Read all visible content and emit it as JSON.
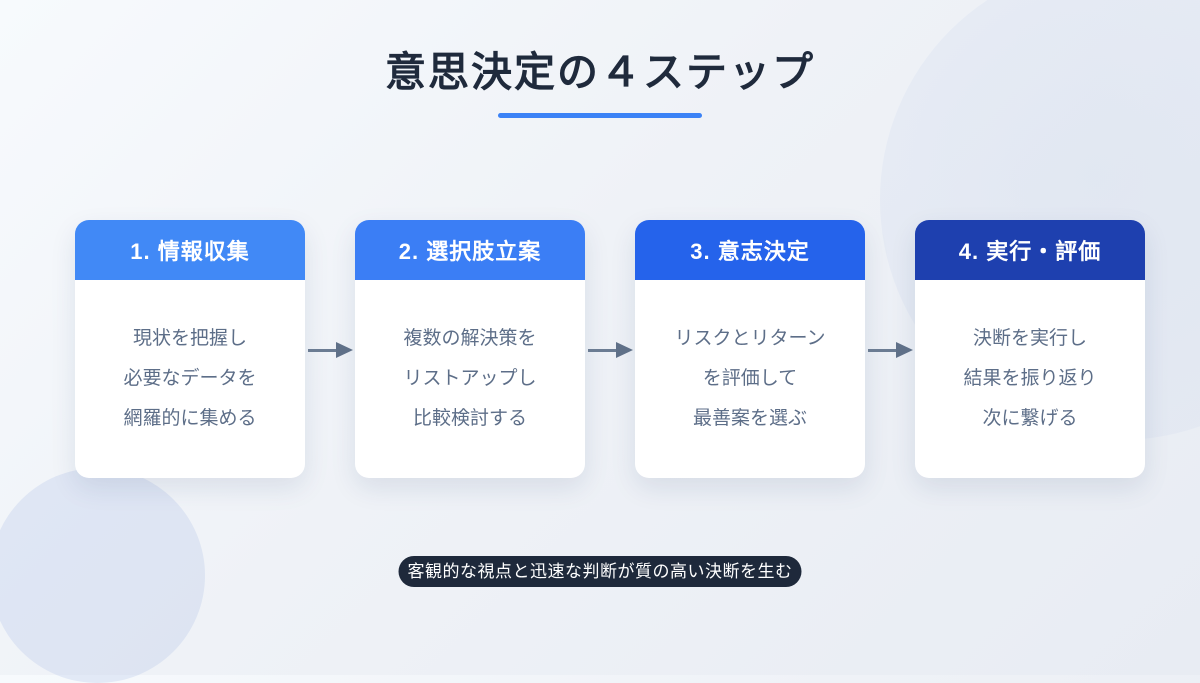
{
  "title": {
    "text": "意思決定の４ステップ",
    "underline_color": "#3b82f6"
  },
  "steps": [
    {
      "header": "1. 情報収集",
      "header_color": "#4189f6",
      "lines": [
        "現状を把握し",
        "必要なデータを",
        "網羅的に集める"
      ]
    },
    {
      "header": "2. 選択肢立案",
      "header_color": "#3b7ef5",
      "lines": [
        "複数の解決策を",
        "リストアップし",
        "比較検討する"
      ]
    },
    {
      "header": "3. 意志決定",
      "header_color": "#2563eb",
      "lines": [
        "リスクとリターン",
        "を評価して",
        "最善案を選ぶ"
      ]
    },
    {
      "header": "4. 実行・評価",
      "header_color": "#1e40af",
      "lines": [
        "決断を実行し",
        "結果を振り返り",
        "次に繋げる"
      ]
    }
  ],
  "caption": {
    "text": "客観的な視点と迅速な判断が質の高い決断を生む",
    "bg_color": "#1e293b"
  },
  "colors": {
    "accent": "#3b82f6",
    "title_text": "#1f2a3c",
    "body_text": "#5d6e88",
    "arrow": "#6b7c93",
    "card_bg": "#ffffff"
  }
}
